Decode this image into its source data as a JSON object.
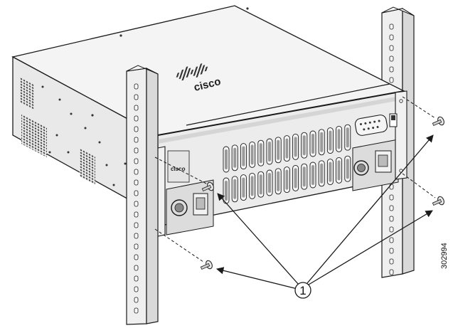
{
  "figure": {
    "brand_logo": "cisco",
    "callout_number": "1",
    "figure_number": "302994"
  },
  "parts": {
    "rack_rail_left": "rack-rail",
    "rack_rail_right": "rack-rail",
    "chassis": "router-chassis",
    "screws": 4
  },
  "colors": {
    "line": "#1a1a1a",
    "face_light": "#f4f4f4",
    "face_mid": "#e6e6e6",
    "face_dark": "#cfcfcf",
    "vent": "#9a9a9a"
  }
}
